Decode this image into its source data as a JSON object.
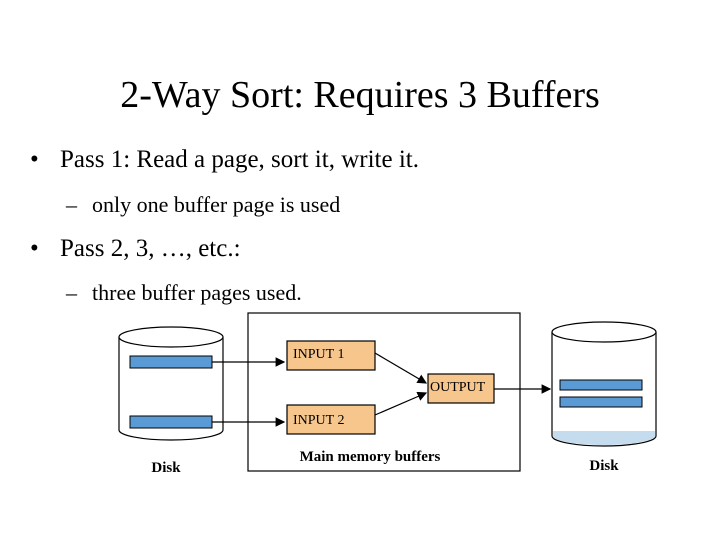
{
  "title": "2-Way Sort: Requires 3 Buffers",
  "bullets": [
    {
      "text": "Pass 1: Read a page, sort it, write it.",
      "sub": "only one buffer page is used"
    },
    {
      "text": "Pass 2, 3, …, etc.:",
      "sub": "three buffer pages used."
    }
  ],
  "glyphs": {
    "bullet": "•",
    "dash": "–"
  },
  "diagram": {
    "left_disk_label": "Disk",
    "right_disk_label": "Disk",
    "memory_label": "Main memory buffers",
    "input1_label": "INPUT 1",
    "input2_label": "INPUT 2",
    "output_label": "OUTPUT"
  },
  "colors": {
    "buffer_fill": "#f6c68c",
    "page_fill": "#5b9bd5",
    "disk_fill_bottom": "#c5dcef"
  }
}
